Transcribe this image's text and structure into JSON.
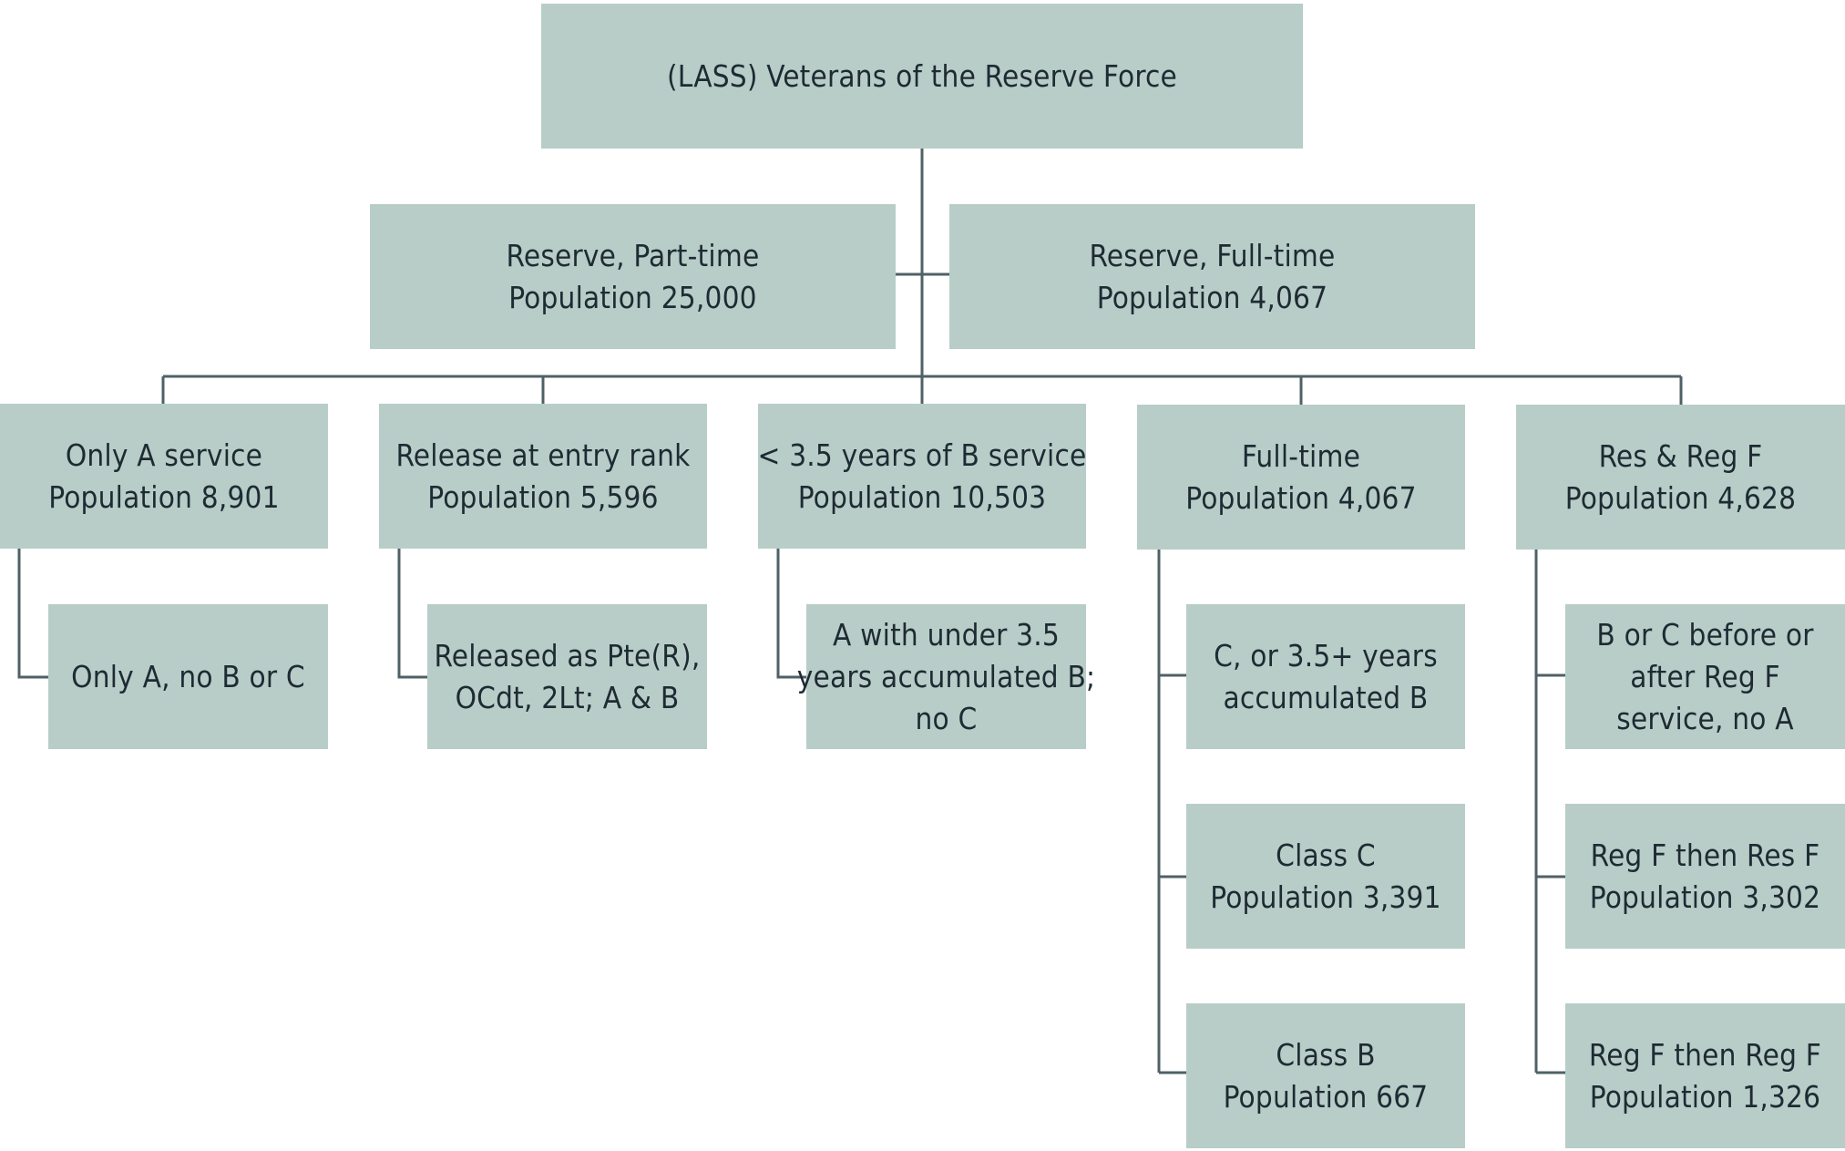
{
  "diagram": {
    "root": {
      "line1": "(LASS) Veterans of the Reserve Force"
    },
    "part_time": {
      "line1": "Reserve, Part-time",
      "line2": "Population 25,000"
    },
    "full_time_top": {
      "line1": "Reserve, Full-time",
      "line2": "Population 4,067"
    },
    "only_a": {
      "line1": "Only A service",
      "line2": "Population 8,901"
    },
    "entry_rank": {
      "line1": "Release at entry rank",
      "line2": "Population 5,596"
    },
    "under_35": {
      "line1": "< 3.5 years of B service",
      "line2": "Population 10,503"
    },
    "full_time": {
      "line1": "Full-time",
      "line2": "Population 4,067"
    },
    "res_reg": {
      "line1": "Res & Reg F",
      "line2": "Population 4,628"
    },
    "only_a_child": {
      "line1": "Only A, no B or C"
    },
    "entry_rank_child": {
      "line1": "Released as Pte(R),",
      "line2": "OCdt, 2Lt; A & B"
    },
    "under_35_child": {
      "line1": "A with under 3.5",
      "line2": "years accumulated B;",
      "line3": "no C"
    },
    "ft_child1": {
      "line1": "C, or 3.5+ years",
      "line2": "accumulated B"
    },
    "ft_child2": {
      "line1": "Class C",
      "line2": "Population 3,391"
    },
    "ft_child3": {
      "line1": "Class B",
      "line2": "Population 667"
    },
    "rr_child1": {
      "line1": "B or C before or",
      "line2": "after Reg F",
      "line3": "service, no A"
    },
    "rr_child2": {
      "line1": "Reg F then Res F",
      "line2": "Population 3,302"
    },
    "rr_child3": {
      "line1": "Reg F then Reg F",
      "line2": "Population 1,326"
    }
  }
}
